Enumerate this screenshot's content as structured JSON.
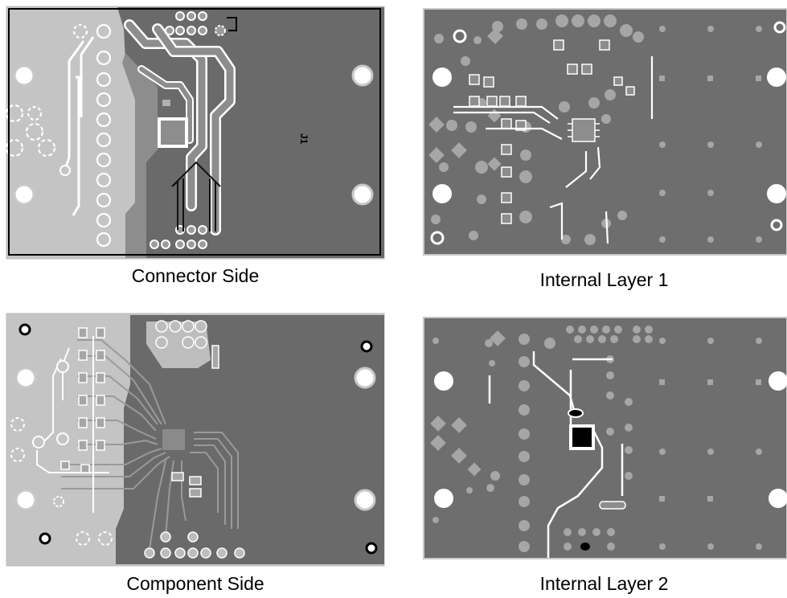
{
  "panels": [
    {
      "caption": "Connector Side",
      "ref_label": "J1"
    },
    {
      "caption": "Internal Layer 1"
    },
    {
      "caption": "Component Side"
    },
    {
      "caption": "Internal Layer 2"
    }
  ],
  "colors": {
    "copper_dark": "#6a6a6a",
    "copper_light": "#c4c4c4",
    "pad": "#a8a8a8",
    "via_hole": "#ffffff",
    "trace_outline": "#ffffff",
    "board_edge": "#000000"
  }
}
